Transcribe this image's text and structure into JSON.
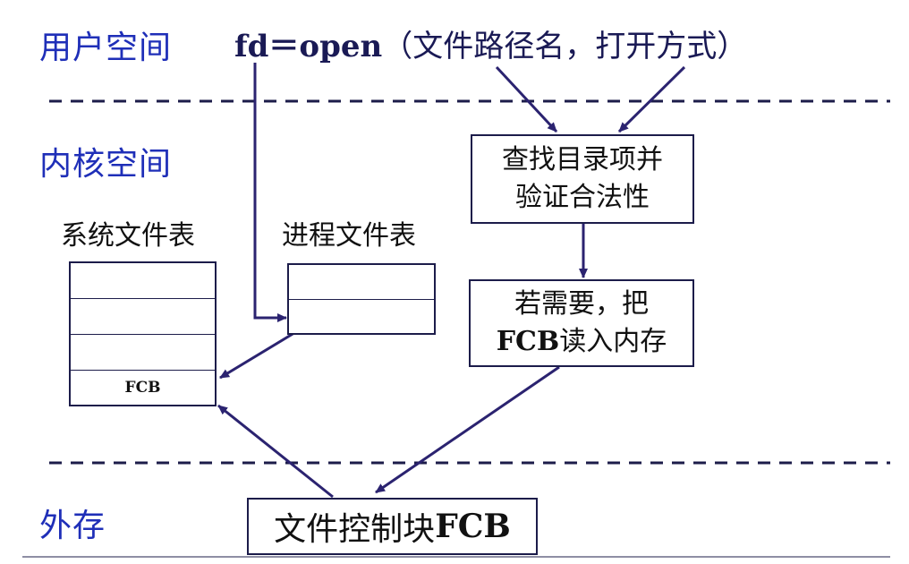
{
  "regions": {
    "user": "用户空间",
    "kernel": "内核空间",
    "storage": "外存"
  },
  "open_call": {
    "code": "fd＝open",
    "args": "（文件路径名，打开方式）"
  },
  "tables": {
    "system_label": "系统文件表",
    "process_label": "进程文件表",
    "system_rows": [
      "",
      "",
      "",
      "FCB"
    ],
    "process_rows": [
      "",
      ""
    ]
  },
  "steps": {
    "lookup_line1": "查找目录项并",
    "lookup_line2": "验证合法性",
    "load_line1": "若需要，把",
    "load_line2_bold": "FCB",
    "load_line2_rest": "读入内存"
  },
  "storage_box": {
    "text": "文件控制块",
    "bold": "FCB"
  },
  "colors": {
    "region_text": "#1f2fb8",
    "arrow": "#2b2370",
    "dash": "#1c1c4a"
  }
}
